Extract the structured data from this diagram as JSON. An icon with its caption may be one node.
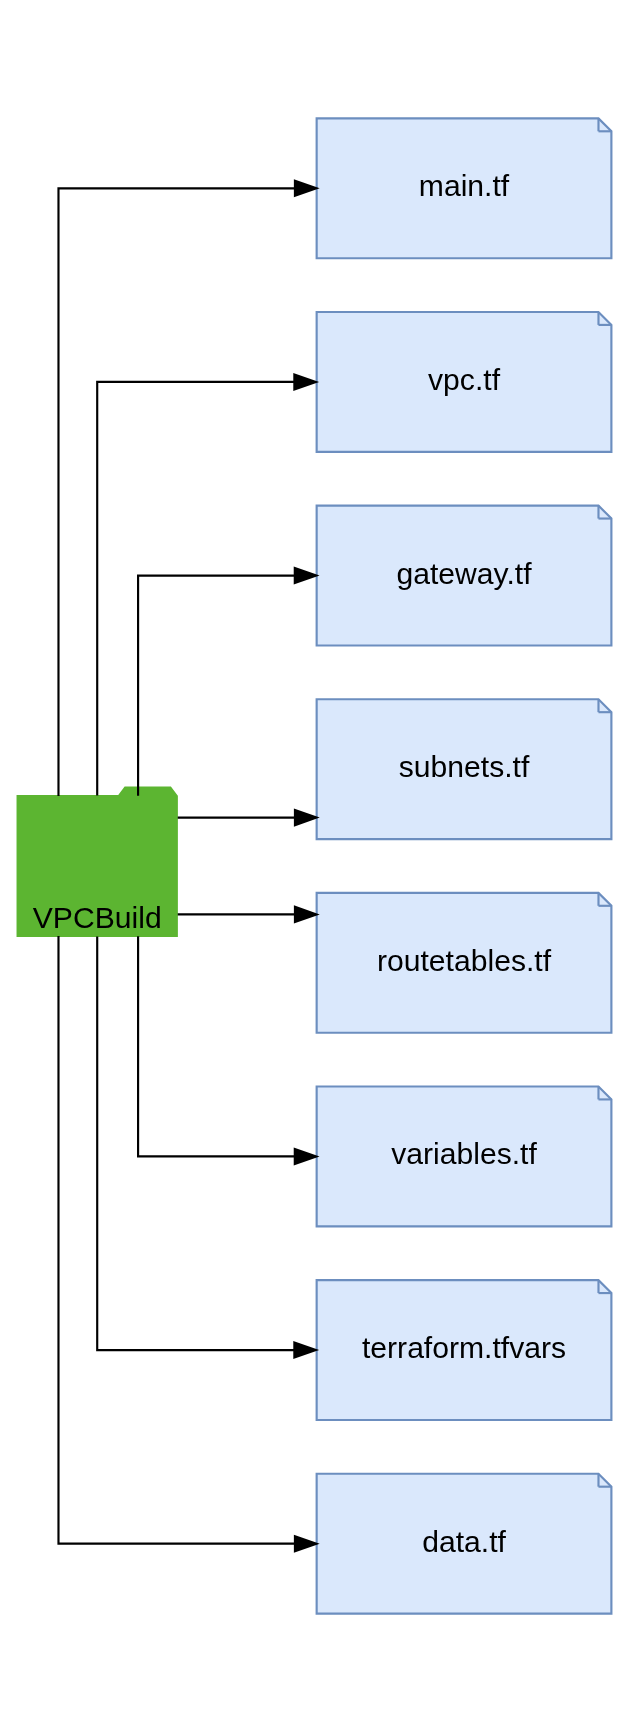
{
  "diagram": {
    "nodes": [
      {
        "text": [
          "VPCBuild"
        ]
      },
      {
        "text": [
          "main.tf"
        ]
      },
      {
        "text": [
          "vpc.tf"
        ]
      },
      {
        "text": [
          "gateway.tf"
        ]
      },
      {
        "text": [
          "subnets.tf"
        ]
      },
      {
        "text": [
          "routetables.tf"
        ]
      },
      {
        "text": [
          "variables.tf"
        ]
      },
      {
        "text": [
          "terraform.tfvars"
        ]
      },
      {
        "text": [
          "data.tf"
        ]
      }
    ],
    "edges": [
      {
        "from": 0,
        "to": 1,
        "arrow": "to"
      },
      {
        "from": 0,
        "to": 2,
        "arrow": "to"
      },
      {
        "from": 0,
        "to": 3,
        "arrow": "to"
      },
      {
        "from": 0,
        "to": 4,
        "arrow": "to"
      },
      {
        "from": 0,
        "to": 5,
        "arrow": "to"
      },
      {
        "from": 0,
        "to": 6,
        "arrow": "to"
      },
      {
        "from": 0,
        "to": 7,
        "arrow": "to"
      },
      {
        "from": 0,
        "to": 8,
        "arrow": "to"
      }
    ]
  }
}
